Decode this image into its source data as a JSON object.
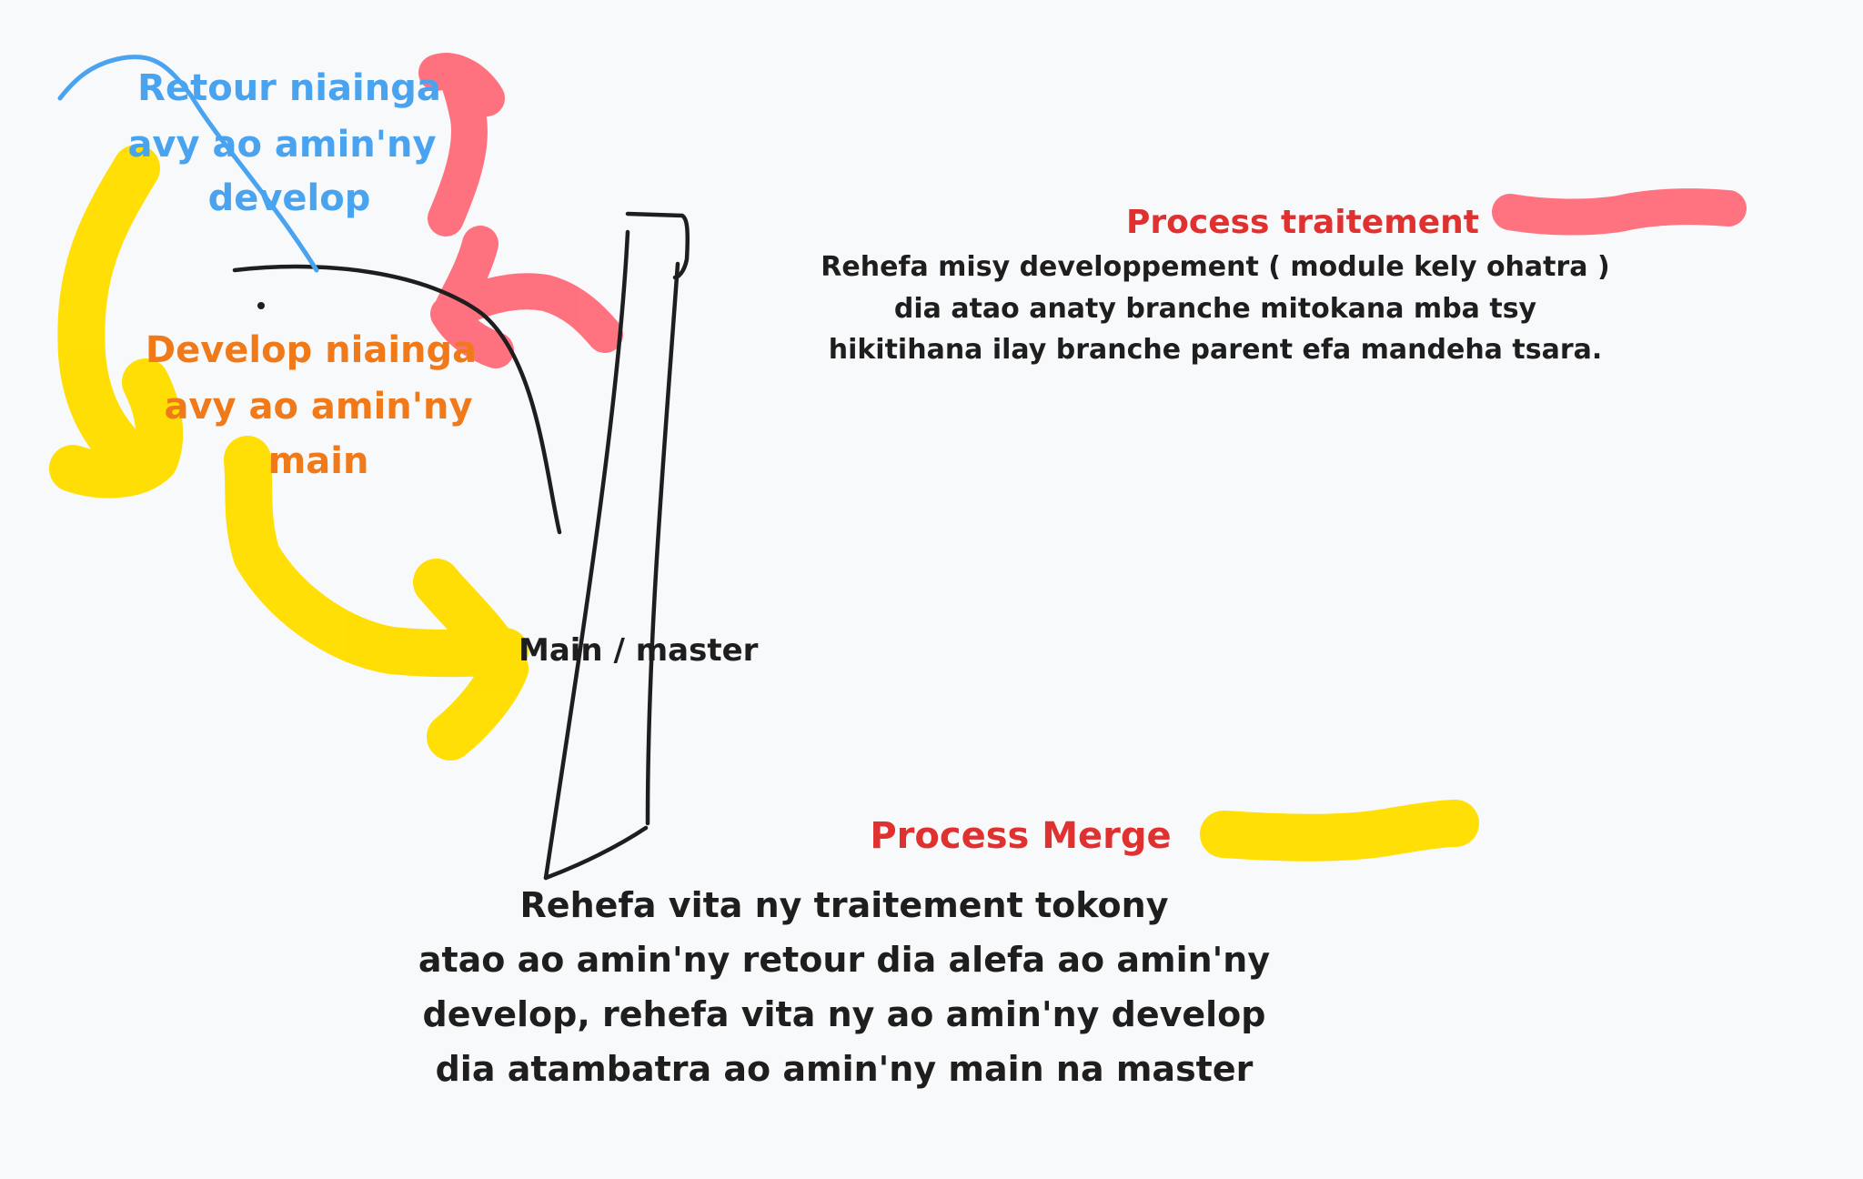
{
  "canvas": {
    "background": "#f8f9fa"
  },
  "colors": {
    "blue": "#4aa3ef",
    "orange": "#f07a1a",
    "red_title": "#e03131",
    "red_stroke": "#ff6b7a",
    "yellow": "#ffde00",
    "black": "#1e1e1e"
  },
  "labels": {
    "retour": [
      "Retour niainga",
      "avy ao amin'ny",
      "develop"
    ],
    "develop": [
      "Develop niainga",
      "avy ao amin'ny",
      "main"
    ],
    "main_master": "Main / master"
  },
  "process_traitement": {
    "title": "Process traitement",
    "lines": [
      "Rehefa misy developpement ( module kely ohatra )",
      "dia atao anaty branche mitokana mba tsy",
      "hikitihana ilay branche parent efa mandeha tsara."
    ]
  },
  "process_merge": {
    "title": "Process Merge",
    "lines": [
      "Rehefa vita ny traitement tokony",
      "atao ao amin'ny retour dia alefa ao amin'ny",
      "develop, rehefa vita ny ao amin'ny develop",
      "dia atambatra ao amin'ny main na master"
    ]
  }
}
